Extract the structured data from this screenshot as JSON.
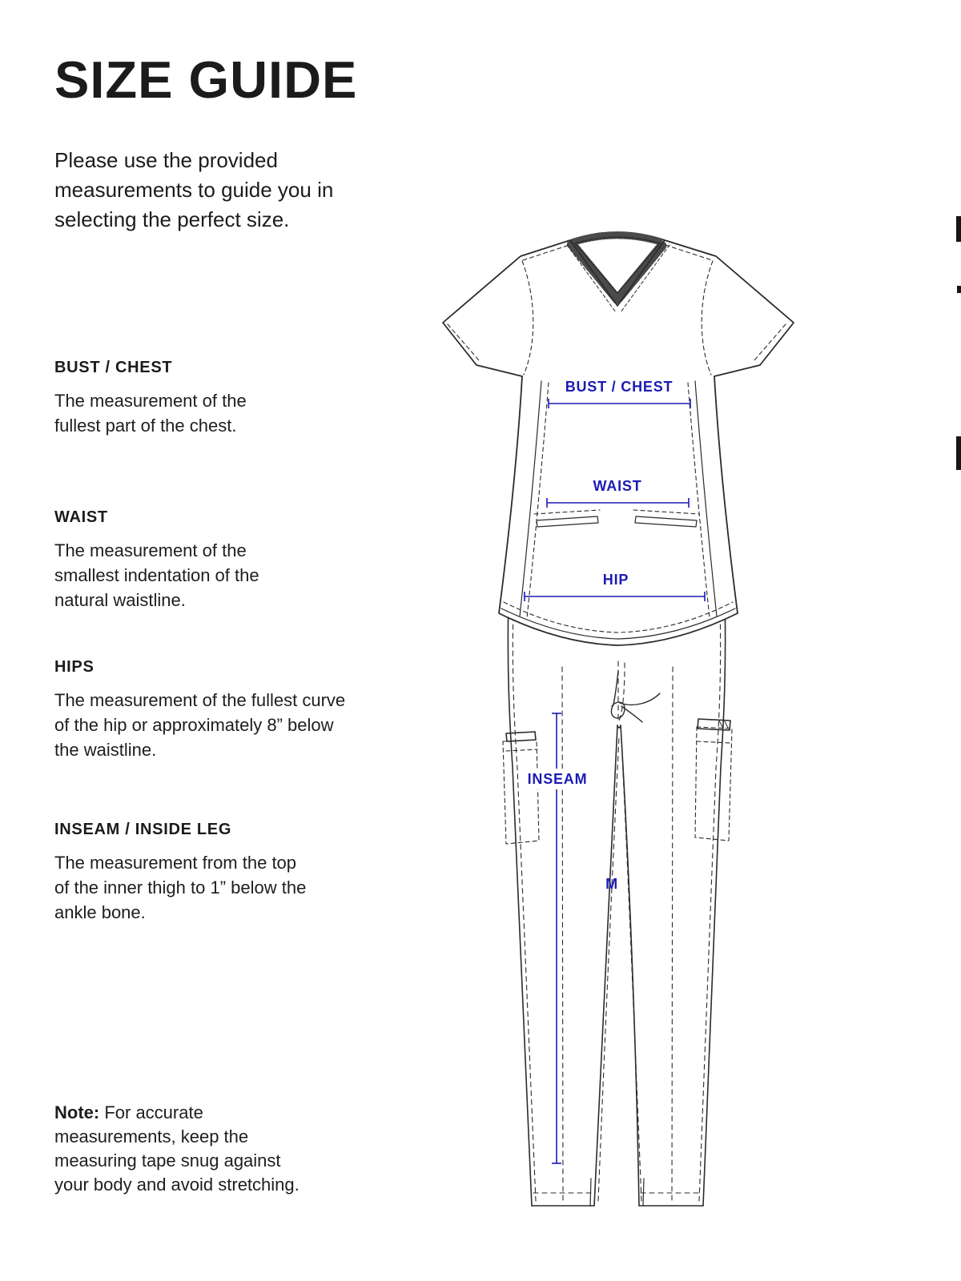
{
  "page": {
    "title": "SIZE GUIDE",
    "intro": "Please use the provided measurements to guide you in selecting the perfect size."
  },
  "sections": [
    {
      "heading": "BUST / CHEST",
      "body": "The measurement of the fullest part of the chest."
    },
    {
      "heading": "WAIST",
      "body": "The measurement of the smallest indentation of the natural waistline."
    },
    {
      "heading": "HIPS",
      "body": "The measurement of the fullest curve of the hip or approximately 8” below the waistline."
    },
    {
      "heading": "INSEAM / INSIDE LEG",
      "body": "The measurement from the top of the inner thigh to 1” below the ankle bone."
    }
  ],
  "note": {
    "label": "Note:",
    "text": " For accurate measurements, keep the measuring tape snug against your body and avoid stretching."
  },
  "diagram": {
    "type": "garment-measurement-diagram",
    "garments": [
      "v-neck scrub top",
      "cargo scrub pants"
    ],
    "labels": {
      "bust": "BUST / CHEST",
      "waist": "WAIST",
      "hip": "HIP",
      "inseam": "INSEAM",
      "size_marker": "M"
    },
    "accent_color": "#1b1bb4",
    "line_color": "#2b2b2b"
  }
}
